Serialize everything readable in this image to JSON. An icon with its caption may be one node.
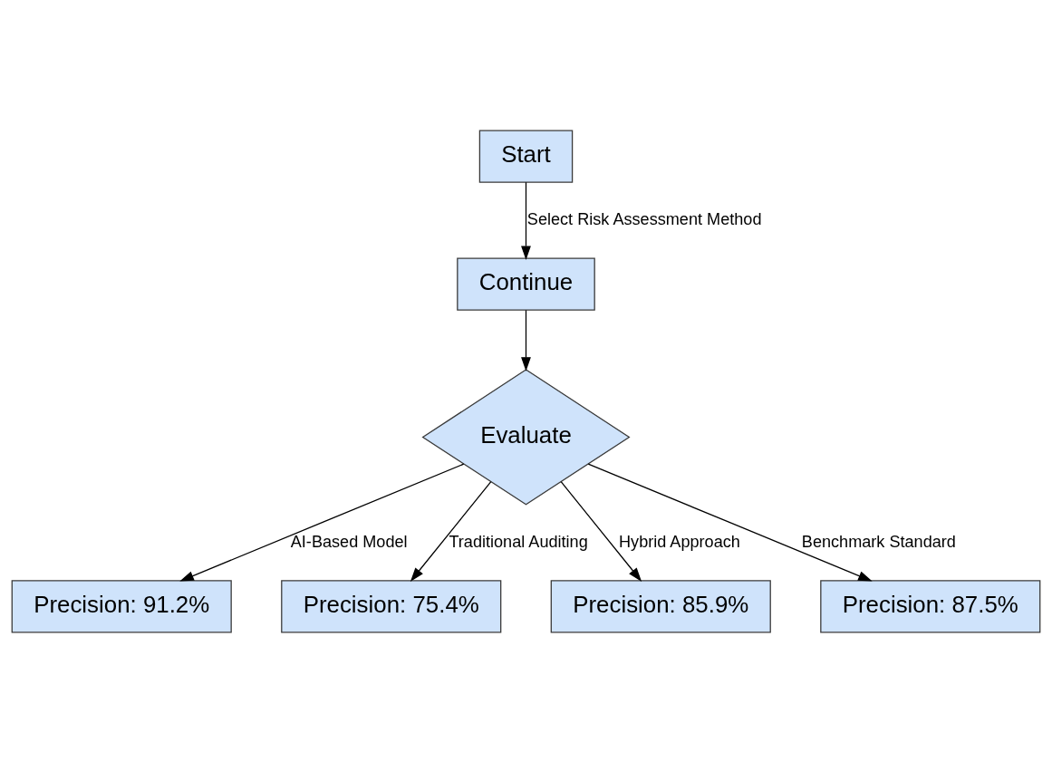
{
  "diagram": {
    "nodes": [
      {
        "text": [
          "Start"
        ]
      },
      {
        "text": [
          "Continue"
        ]
      },
      {
        "text": [
          "Evaluate"
        ]
      },
      {
        "text": [
          "Precision: 91.2%"
        ]
      },
      {
        "text": [
          "Precision: 75.4%"
        ]
      },
      {
        "text": [
          "Precision: 85.9%"
        ]
      },
      {
        "text": [
          "Precision: 87.5%"
        ]
      }
    ],
    "edges": [
      {
        "from": 0,
        "to": 1,
        "arrow": "to",
        "label": "Select Risk Assessment Method"
      },
      {
        "from": 1,
        "to": 2,
        "arrow": "to"
      },
      {
        "from": 2,
        "to": 3,
        "arrow": "to",
        "label": "AI-Based Model"
      },
      {
        "from": 2,
        "to": 4,
        "arrow": "to",
        "label": "Traditional Auditing"
      },
      {
        "from": 2,
        "to": 5,
        "arrow": "to",
        "label": "Hybrid Approach"
      },
      {
        "from": 2,
        "to": 6,
        "arrow": "to",
        "label": "Benchmark Standard"
      }
    ]
  }
}
